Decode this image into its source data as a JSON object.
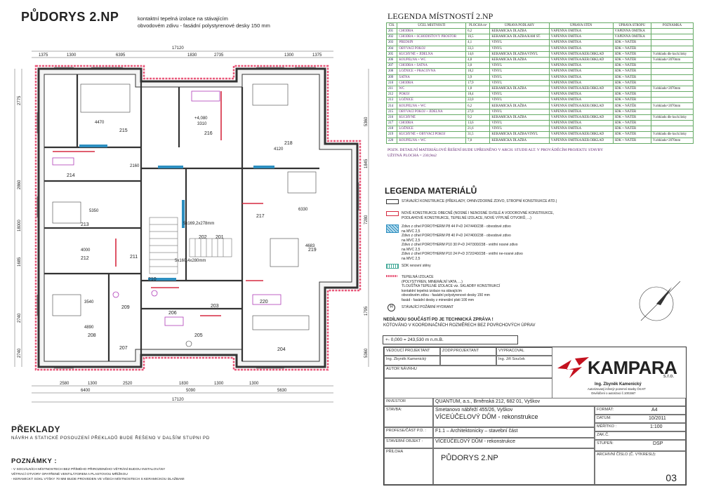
{
  "plan_title": "PŮDORYS 2.NP",
  "insulation_note": [
    "kontaktní tepelná izolace na stávajícím",
    "obvodovém zdivu - fasádní polystyrenové desky 150 mm"
  ],
  "room_legend": {
    "title": "LEGENDA MÍSTNOSTÍ 2.NP",
    "headers": [
      "ČÍS.",
      "ÚČEL MÍSTNOSTI",
      "PLOCHA m²",
      "ÚPRAVA PODLAHY",
      "ÚPRAVA STĚN",
      "ÚPRAVA STROPU",
      "POZNÁMKA"
    ],
    "rows": [
      [
        "201",
        "CHODBA",
        "6,2",
        "KERAMICKÁ DLAŽBA",
        "VÁPENNÁ OMÍTKA",
        "VÁPENNÁ OMÍTKA",
        ""
      ],
      [
        "202",
        "CHODBA + SCHODIŠŤOVÝ PROSTOR",
        "16,5",
        "KERAMICKÁ DLAŽBA/KAM ST.",
        "VÁPENNÁ OMÍTKA",
        "VÁPENNÁ OMÍTKA",
        ""
      ],
      [
        "203",
        "PŘEDSÍŇ",
        "4,1",
        "VINYL",
        "VÁPENNÁ OMÍTKA",
        "SDK + NÁTĚR",
        ""
      ],
      [
        "204",
        "OBÝVACÍ POKOJ",
        "33,3",
        "VINYL",
        "VÁPENNÁ OMÍTKA",
        "SDK + NÁTĚR",
        ""
      ],
      [
        "205",
        "KUCHYNĚ + JÍDELNA",
        "14,6",
        "KERAMICKÁ DLAŽBA/VINYL",
        "VÁPENNÁ OMÍTKA/KER.OBKLAD",
        "SDK + NÁTĚR",
        "V.obkladu dle kuch.linky"
      ],
      [
        "206",
        "KOUPELNA + WC",
        "4,8",
        "KERAMICKÁ DLAŽBA",
        "VÁPENNÁ OMÍTKA/KER.OBKLAD",
        "SDK + NÁTĚR",
        "V.obkladu=2070mm"
      ],
      [
        "207",
        "CHODBA + ŠATNA",
        "3,0",
        "VINYL",
        "VÁPENNÁ OMÍTKA",
        "SDK + NÁTĚR",
        ""
      ],
      [
        "208",
        "LOŽNICE + PRACOVNA",
        "18,2",
        "VINYL",
        "VÁPENNÁ OMÍTKA",
        "SDK + NÁTĚR",
        ""
      ],
      [
        "209",
        "ŠATNA",
        "3,9",
        "VINYL",
        "VÁPENNÁ OMÍTKA",
        "SDK + NÁTĚR",
        ""
      ],
      [
        "210",
        "CHODBA",
        "17,9",
        "VINYL",
        "VÁPENNÁ OMÍTKA",
        "SDK + NÁTĚR",
        ""
      ],
      [
        "211",
        "WC",
        "1,8",
        "KERAMICKÁ DLAŽBA",
        "VÁPENNÁ OMÍTKA/KER.OBKLAD",
        "SDK + NÁTĚR",
        "V.obkladu=2070mm"
      ],
      [
        "212",
        "POKOJ",
        "18,4",
        "VINYL",
        "VÁPENNÁ OMÍTKA",
        "SDK + NÁTĚR",
        ""
      ],
      [
        "213",
        "LOŽNICE",
        "22,0",
        "VINYL",
        "VÁPENNÁ OMÍTKA",
        "SDK + NÁTĚR",
        ""
      ],
      [
        "214",
        "KOUPELNA + WC",
        "6,2",
        "KERAMICKÁ DLAŽBA",
        "VÁPENNÁ OMÍTKA/KER.OBKLAD",
        "SDK + NÁTĚR",
        "V.obkladu=2070mm"
      ],
      [
        "215",
        "OBÝVACÍ POKOJ + JÍDELNA",
        "27,0",
        "VINYL",
        "VÁPENNÁ OMÍTKA",
        "SDK + NÁTĚR",
        ""
      ],
      [
        "216",
        "KUCHYNĚ",
        "9,2",
        "KERAMICKÁ DLAŽBA",
        "VÁPENNÁ OMÍTKA/KER.OBKLAD",
        "SDK + NÁTĚR",
        "V.obkladu dle kuch.linky"
      ],
      [
        "217",
        "CHODBA",
        "13,6",
        "VINYL",
        "VÁPENNÁ OMÍTKA",
        "SDK + NÁTĚR",
        ""
      ],
      [
        "218",
        "LOŽNICE",
        "21,6",
        "VINYL",
        "VÁPENNÁ OMÍTKA",
        "SDK + NÁTĚR",
        ""
      ],
      [
        "219",
        "KUCHYNĚ + OBÝVACÍ POKOJ",
        "31,5",
        "KERAMICKÁ DLAŽBA/VINYL",
        "VÁPENNÁ OMÍTKA/KER.OBKLAD",
        "SDK + NÁTĚR",
        "V.obkladu dle kuch.linky"
      ],
      [
        "220",
        "KOUPELNA + WC",
        "7,0",
        "KERAMICKÁ DLAŽBA",
        "VÁPENNÁ OMÍTKA/KER.OBKLAD",
        "SDK + NÁTĚR",
        "V.obkladu=2070mm"
      ]
    ],
    "note": "POZN. DETAILNÍ MATERIÁLOVÉ ŘEŠENÍ BUDE UPŘESNĚNO V ARCH. STUDII ALT. V PROVÁDĚCÍM PROJEKTU STAVBY",
    "usable_area": "UŽITNÁ PLOCHA = 230,9m2"
  },
  "materials_legend": {
    "title": "LEGENDA MATERIÁLŮ",
    "items": [
      [
        "STÁVAJÍCÍ KONSTRUKCE (PŘEKLADY, OHNIVZDORNÉ ZDIVO, STROPNÍ KONSTRUKCE ATD.)"
      ],
      [
        "NOVÉ KONSTRUKCE  OBECNĚ  (NOSNÉ I NENOSNÉ SVISLÉ A VODOROVNÉ KONSTRUKCE,",
        "PODLAHOVÉ KONSTRUKCE, TEPELNÉ IZOLACE, NOVÉ VÝPLNĚ OTVORŮ, ...)"
      ],
      [
        "Zdivo z cihel POROTHERM P8 44 P+D 247/440/238 - obvodové zdivo",
        "na MVC 2,5",
        "Zdivo z cihel POROTHERM P8 40 P+D 247/400/238 - obvodové zdivo",
        "na MVC 2,5",
        "Zdivo z cihel POROTHERM P10 30 P+D 247/300/238 - vnitřní nosné zdivo",
        "na MVC 2,5",
        "Zdivo z cihel POROTHERM P10 24 P+D 372/240/238 - vnitřní ne-nosné zdivo",
        "na MVC 2,5"
      ],
      [
        "SDK renovní stěny"
      ],
      [
        "TEPELNÁ IZOLACE",
        "(POLYSTYREN, MINERÁLNÍ VATA, ...)",
        "TLOUŠŤKA TEPELNÉ IZOLACE viz. SKLADBY KONSTRUKCÍ",
        "kontaktní tepelná izolace na stávajícím",
        "obvodovém zdivu - fasádní polystyrenové desky 150 mm",
        "fasád - fasádní desky z minerální plsti 100 mm"
      ],
      [
        "STÁVAJÍCÍ POŽÁRNÍ HYDRANT"
      ]
    ]
  },
  "notes_block": {
    "line1": "NEDÍLNOU SOUČÁSTÍ PD JE TECHNICKÁ ZPRÁVA !",
    "line2": "KÓTOVÁNO V KOORDINAČNÍCH ROZMĚRECH BEZ POVRCHOVÝCH ÚPRAV",
    "elevation": "+- 0,000 = 243,530 m n.m.B."
  },
  "title_block": {
    "lead_designer_label": "VEDOUCÍ PROJEKTANT",
    "lead_designer": "Ing. Zbyněk Kamenický",
    "resp_designer_label": "ZODP.PROJEKTANT",
    "drawn_by_label": "VYPRACOVAL",
    "drawn_by": "Ing. Jiří Souček",
    "author_label": "AUTOR NÁVRHU",
    "company": "KAMPARA",
    "company_suffix": "s.r.o.",
    "stamp_name": "Ing. Zbyněk Kamenický",
    "stamp_line1": "Autorizovaný inženýr pozemní stavby ČKAIT",
    "stamp_line2": "Osvědčení o autorizaci č.1001567",
    "investor_label": "INVESTOR",
    "investor": "QUANTUM, a.s., Brněnská 212, 682 01, Vyškov",
    "building_label": "STAVBA:",
    "building_line1": "Smetanovo nábřeží 455/26, Vyškov",
    "building_line2": "VÍCEÚČELOVÝ DŮM - rekonstrukce",
    "profession_label": "PROFESE/ČÁST P.D. :",
    "profession": "F1.1 – Architektonicky – stavební část",
    "object_label": "STAVEBNÍ OBJEKT :",
    "object": "VÍCEÚČELOVÝ DŮM - rekonstrukce",
    "attachment_label": "PŘÍLOHA",
    "attachment": "PŮDORYS 2.NP",
    "format_label": "FORMÁT:",
    "format": "A4",
    "date_label": "DATUM:",
    "date": "10/2011",
    "scale_label": "MĚŘÍTKO :",
    "scale": "1:100",
    "order_label": "ZAK.Č.",
    "stage_label": "STUPEŇ:",
    "stage": "DSP",
    "archive_label": "ARCHIVNÍ ČÍSLO (Č. VÝKRESU):",
    "archive": "03"
  },
  "lintels": {
    "title": "PŘEKLADY",
    "text": "NÁVRH A STATICKÉ POSOUZENÍ PŘEKLADŮ BUDE ŘEŠENO V DALŠÍM STUPNI PD"
  },
  "remarks": {
    "title": "POZNÁMKY :",
    "lines": [
      "- V SOCIÁLNÍCH MÍSTNOSTECH BEZ PŘÍMÉHO PŘIROZENÉHO VĚTRÁNÍ BUDOU INSTALOVÁNY",
      "  VĚTRACÍ OTVORY OPATŘENÉ VENTILÁTOREM A PLASTOVOU MŘÍŽKOU",
      "- KERAMICKÝ SOKL VÝŠKY 70 MM BUDE PROVEDEN VE VŠECH MÍSTNOSTECH S KERAMICKOU DLAŽBAMI"
    ]
  },
  "plan": {
    "rooms": [
      {
        "id": "201"
      },
      {
        "id": "202"
      },
      {
        "id": "203"
      },
      {
        "id": "204"
      },
      {
        "id": "205"
      },
      {
        "id": "206"
      },
      {
        "id": "207"
      },
      {
        "id": "208"
      },
      {
        "id": "209"
      },
      {
        "id": "210"
      },
      {
        "id": "211"
      },
      {
        "id": "212"
      },
      {
        "id": "213"
      },
      {
        "id": "214"
      },
      {
        "id": "215"
      },
      {
        "id": "216"
      },
      {
        "id": "217"
      },
      {
        "id": "218"
      },
      {
        "id": "219"
      },
      {
        "id": "220"
      }
    ],
    "dims_top_1": [
      "1375",
      "1300",
      "6395",
      "1830",
      "2735",
      "1300",
      "1375"
    ],
    "dims_top_2": [
      "17120"
    ],
    "dims_bottom_1": [
      "2580",
      "1300",
      "2520",
      "1830",
      "1300",
      "1300"
    ],
    "dims_bottom_2": [
      "6400",
      "5090",
      "5630"
    ],
    "dims_bottom_3": [
      "17120"
    ],
    "dims_left": [
      "2775",
      "2860",
      "18000",
      "1685",
      "2740",
      "2740"
    ],
    "dims_right": [
      "5360",
      "1845",
      "7280",
      "1795",
      "5360"
    ],
    "interior_dims": [
      "4470",
      "3310",
      "4120",
      "5350",
      "4000",
      "3540",
      "4890",
      "6330",
      "4683",
      "2160"
    ],
    "stair_label": "5x169,2x278mm",
    "stair_label2": "5x160,4x280mm",
    "level_label": "+4,080"
  },
  "colors": {
    "wall_new": "#d62a40",
    "wall_existing": "#333333",
    "insulation": "#e8587a",
    "masonry_blue": "#2d8fc0",
    "magenta": "#b03cb8",
    "legend_green": "#5a9a5a",
    "logo_red": "#c4121f"
  }
}
